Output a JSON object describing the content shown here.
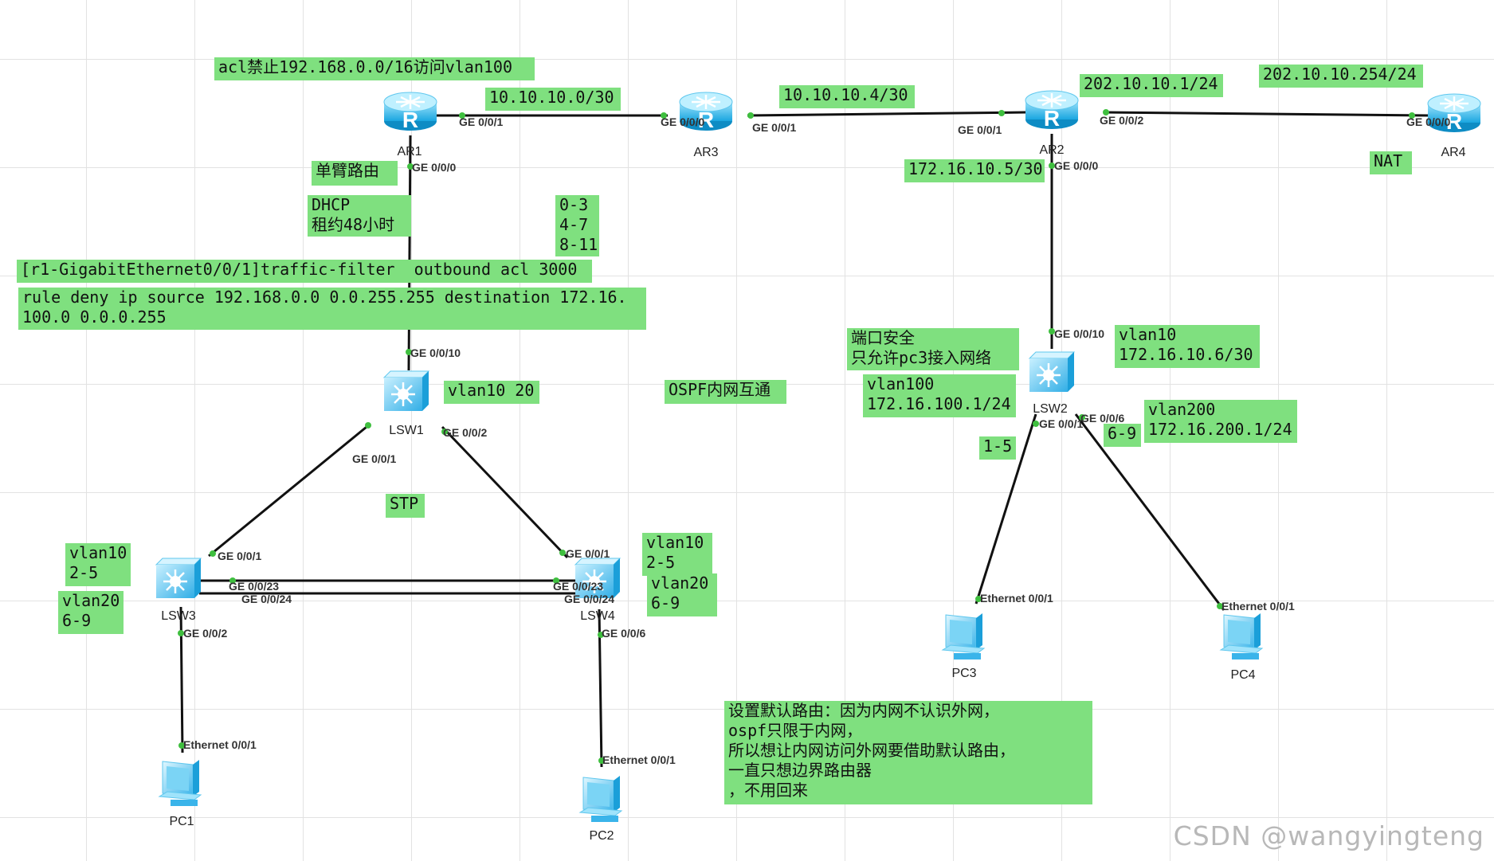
{
  "devices": {
    "ar1": "AR1",
    "ar2": "AR2",
    "ar3": "AR3",
    "ar4": "AR4",
    "lsw1": "LSW1",
    "lsw2": "LSW2",
    "lsw3": "LSW3",
    "lsw4": "LSW4",
    "pc1": "PC1",
    "pc2": "PC2",
    "pc3": "PC3",
    "pc4": "PC4"
  },
  "ports": {
    "ar1_ge001": "GE 0/0/1",
    "ar1_ge000": "GE 0/0/0",
    "ar3_ge000": "GE 0/0/0",
    "ar3_ge001": "GE 0/0/1",
    "ar2_ge001": "GE 0/0/1",
    "ar2_ge002": "GE 0/0/2",
    "ar2_ge000": "GE 0/0/0",
    "ar4_ge000": "GE 0/0/0",
    "lsw1_ge0010": "GE 0/0/10",
    "lsw1_ge001": "GE 0/0/1",
    "lsw1_ge002": "GE 0/0/2",
    "lsw3_ge001": "GE 0/0/1",
    "lsw3_ge0023": "GE 0/0/23",
    "lsw3_ge0024": "GE 0/0/24",
    "lsw3_ge002": "GE 0/0/2",
    "lsw4_ge001": "GE 0/0/1",
    "lsw4_ge0023": "GE 0/0/23",
    "lsw4_ge0024": "GE 0/0/24",
    "lsw4_ge006": "GE 0/0/6",
    "lsw2_ge0010": "GE 0/0/10",
    "lsw2_ge006": "GE 0/0/6",
    "lsw2_ge001": "GE 0/0/1",
    "pc1_eth": "Ethernet 0/0/1",
    "pc2_eth": "Ethernet 0/0/1",
    "pc3_eth": "Ethernet 0/0/1",
    "pc4_eth": "Ethernet 0/0/1"
  },
  "notes": {
    "acl": "acl禁止192.168.0.0/16访问vlan100",
    "net_ar1_ar3": "10.10.10.0/30",
    "net_ar3_ar2": "10.10.10.4/30",
    "ar2_public": "202.10.10.1/24",
    "ar4_public": "202.10.10.254/24",
    "nat": "NAT",
    "router_on_stick": "单臂路由",
    "dhcp": "DHCP\n租约48小时",
    "ranges": "0-3\n4-7\n8-11",
    "ar2_inside": "172.16.10.5/30",
    "traffic_filter": "[r1-GigabitEthernet0/0/1]traffic-filter  outbound acl 3000",
    "rule": "rule deny ip source 192.168.0.0 0.0.255.255 destination 172.16.\n100.0 0.0.0.255",
    "lsw1_vlans": "vlan10 20",
    "ospf": "OSPF内网互通",
    "port_security": "端口安全\n只允许pc3接入网络",
    "lsw2_vlan10": "vlan10\n172.16.10.6/30",
    "vlan100": "vlan100\n172.16.100.1/24",
    "vlan200": "vlan200\n172.16.200.1/24",
    "range_1_5": "1-5",
    "range_6_9": "6-9",
    "stp": "STP",
    "lsw3_vlan10": "vlan10\n2-5",
    "lsw3_vlan20": "vlan20\n6-9",
    "lsw4_vlan10": "vlan10\n2-5",
    "lsw4_vlan20": "vlan20\n6-9",
    "default_route": "设置默认路由：因为内网不认识外网，\nospf只限于内网，\n所以想让内网访问外网要借助默认路由，\n一直只想边界路由器\n，不用回来"
  },
  "watermark": "CSDN @wangyingteng"
}
